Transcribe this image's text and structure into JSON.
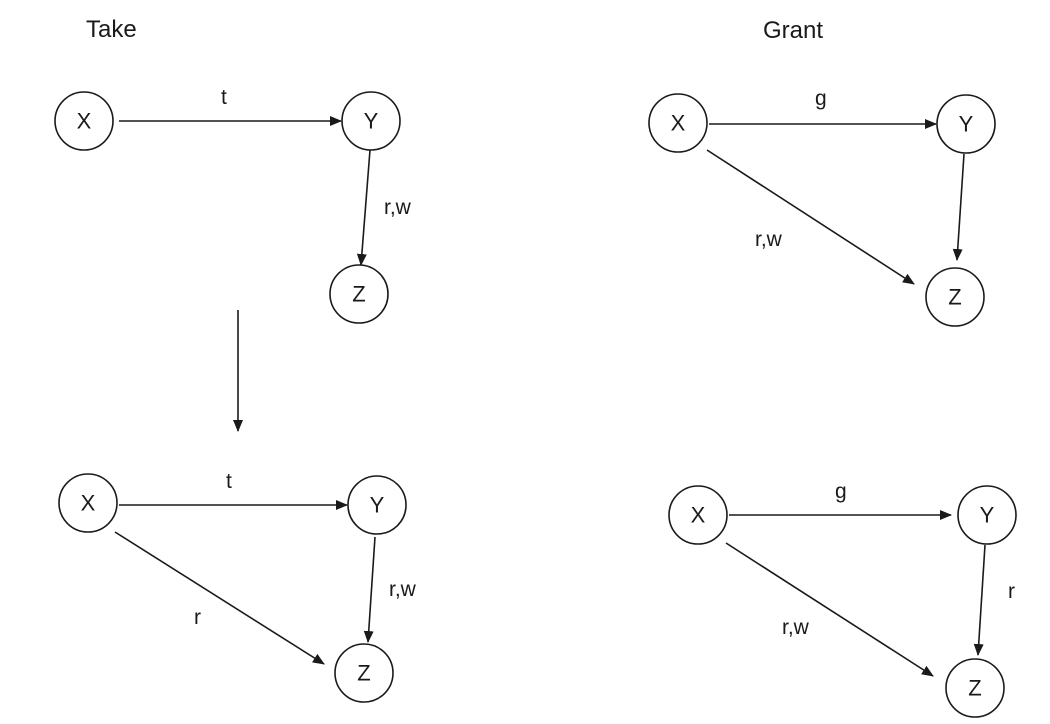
{
  "titles": {
    "take": "Take",
    "grant": "Grant"
  },
  "nodes": {
    "x": "X",
    "y": "Y",
    "z": "Z"
  },
  "labels": {
    "t": "t",
    "g": "g",
    "rw": "r,w",
    "r": "r"
  },
  "colors": {
    "ink": "#1a1a1a",
    "background": "#ffffff"
  }
}
